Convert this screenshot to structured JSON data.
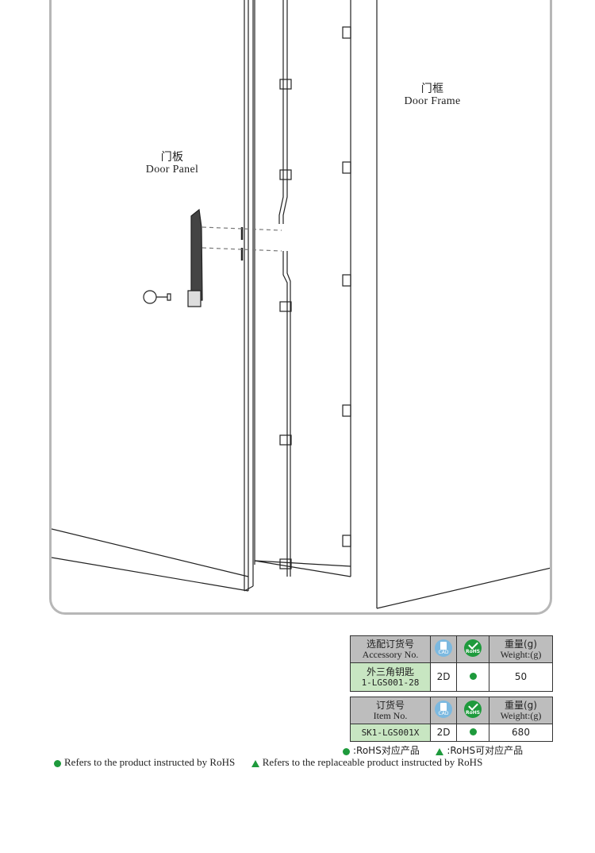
{
  "labels": {
    "door_frame_cn": "门框",
    "door_frame_en": "Door Frame",
    "door_panel_cn": "门板",
    "door_panel_en": "Door Panel"
  },
  "accessory_table": {
    "header_item_cn": "选配订货号",
    "header_item_en": "Accessory No.",
    "cad_text": "CAD",
    "rohs_text": "RoHS",
    "header_weight_cn": "重量(g)",
    "header_weight_en": "Weight:(g)",
    "row_name": "外三角钥匙",
    "row_code": "1-LGS001-28",
    "row_cad": "2D",
    "row_weight": "50"
  },
  "item_table": {
    "header_item_cn": "订货号",
    "header_item_en": "Item No.",
    "cad_text": "CAD",
    "rohs_text": "RoHS",
    "header_weight_cn": "重量(g)",
    "header_weight_en": "Weight:(g)",
    "row_code": "SK1-LGS001X",
    "row_cad": "2D",
    "row_weight": "680"
  },
  "legend": {
    "dot_cn": ":RoHS对应产品",
    "tri_cn": ":RoHS可对应产品",
    "dot_en": "Refers to the product instructed by RoHS",
    "tri_en": "Refers to the replaceable product instructed by RoHS"
  },
  "colors": {
    "rohs_green": "#1e9a3c",
    "cad_blue": "#7cb9e0",
    "header_gray": "#bdbdbd",
    "code_green": "#c8e6c2",
    "frame_gray": "#b7b7b7"
  }
}
